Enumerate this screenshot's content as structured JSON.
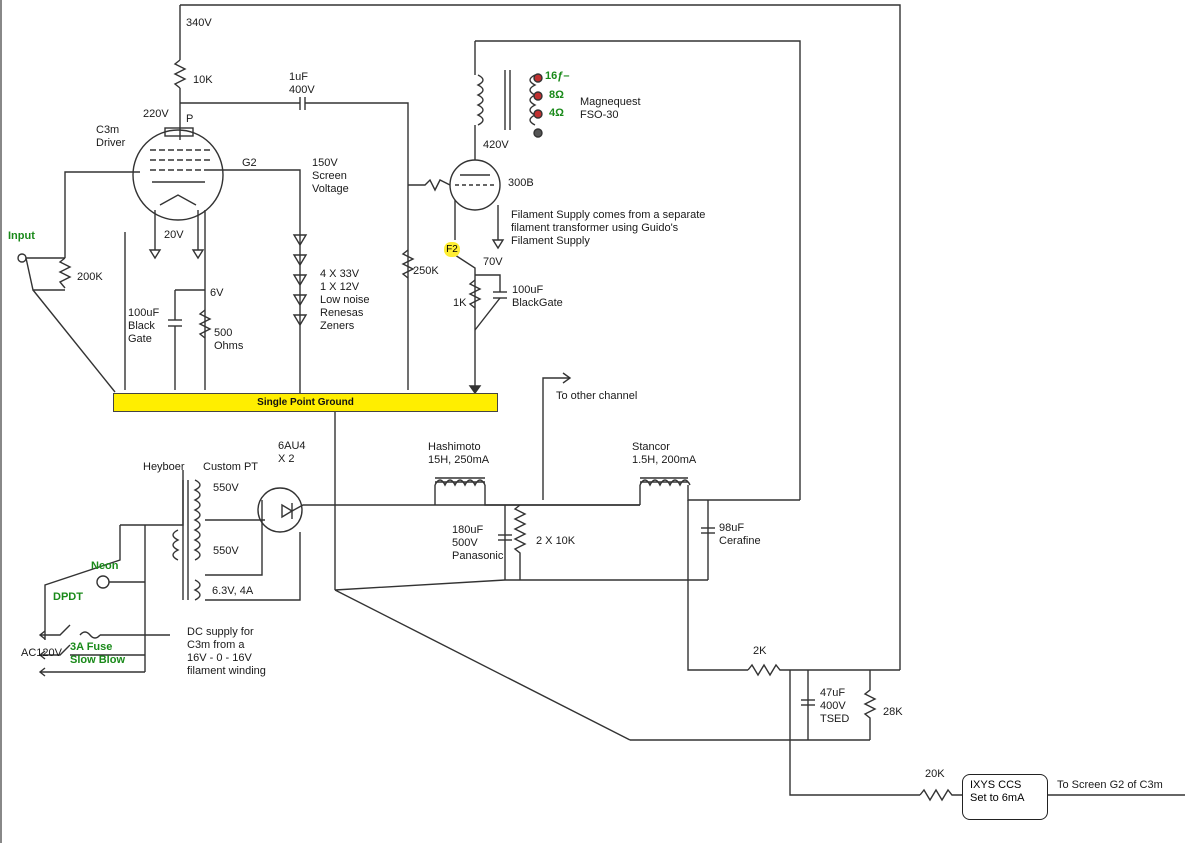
{
  "labels": {
    "b_plus_340": "340V",
    "r_10k": "10K",
    "plate_220": "220V",
    "plate_p": "P",
    "c3m_driver": "C3m\nDriver",
    "cap_1uf": "1uF\n400V",
    "g2": "G2",
    "screen_voltage": "150V\nScreen\nVoltage",
    "input": "Input",
    "r_200k": "200K",
    "v_20": "20V",
    "v_6": "6V",
    "bypass_cap": "100uF\nBlack\nGate",
    "r_500": "500\nOhms",
    "zeners": "4 X 33V\n1 X 12V\nLow noise\nRenesas\nZeners",
    "r_250k": "250K",
    "tap_16": "16ƒ–",
    "tap_8": "8Ω",
    "tap_4": "4Ω",
    "magnequest": "Magnequest\nFSO-30",
    "v_420": "420V",
    "tube_300b": "300B",
    "filament_note": "Filament Supply comes from a separate\nfilament transformer using Guido's\nFilament Supply",
    "f2": "F2",
    "v_70": "70V",
    "r_1k": "1K",
    "blackgate": "100uF\nBlackGate",
    "single_point_ground": "Single Point Ground",
    "other_channel": "To other channel",
    "heyboer": "Heyboer",
    "custom_pt": "Custom PT",
    "rect_6au4": "6AU4\nX 2",
    "v_550a": "550V",
    "v_550b": "550V",
    "heater": "6.3V, 4A",
    "hashimoto": "Hashimoto\n15H, 250mA",
    "cap_180": "180uF\n500V\nPanasonic",
    "r_2x10k": "2 X 10K",
    "stancor": "Stancor\n1.5H, 200mA",
    "cerafine": "98uF\nCerafine",
    "neon": "Neon",
    "dpdt": "DPDT",
    "ac120": "AC120V",
    "fuse": "3A Fuse\nSlow Blow",
    "dc_supply_note": "DC supply for\nC3m from a\n16V - 0 - 16V\nfilament winding",
    "r_2k": "2K",
    "cap_47": "47uF\n400V\nTSED",
    "r_28k": "28K",
    "r_20k": "20K",
    "ixys": "IXYS CCS\nSet to 6mA",
    "to_screen": "To Screen G2 of C3m"
  }
}
